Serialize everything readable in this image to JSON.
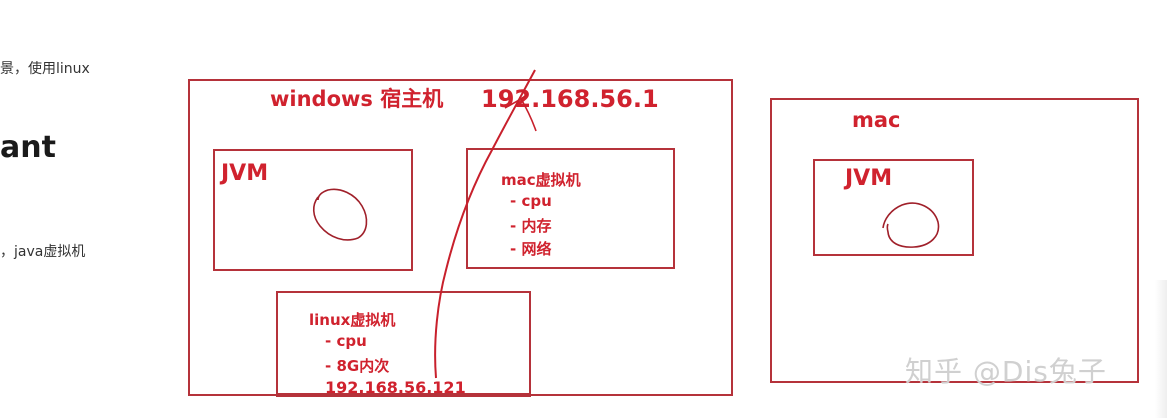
{
  "document": {
    "line1": "景，使用linux",
    "heading": "ant",
    "line2": "，java虚拟机"
  },
  "diagram": {
    "colors": {
      "box_border": "#b5323a",
      "label_text": "#d0222e",
      "watermark": "#c8c8c8"
    },
    "windows_host": {
      "title": "windows 宿主机",
      "ip": "192.168.56.1",
      "jvm": {
        "label": "JVM"
      },
      "mac_vm": {
        "title": "mac虚拟机",
        "items": [
          "- cpu",
          "- 内存",
          "- 网络"
        ]
      },
      "linux_vm": {
        "title": "linux虚拟机",
        "items": [
          "- cpu",
          "- 8G内次"
        ],
        "ip": "192.168.56.121"
      }
    },
    "mac_host": {
      "title": "mac",
      "jvm": {
        "label": "JVM"
      }
    },
    "watermark": "知乎 @Dis兔子"
  }
}
